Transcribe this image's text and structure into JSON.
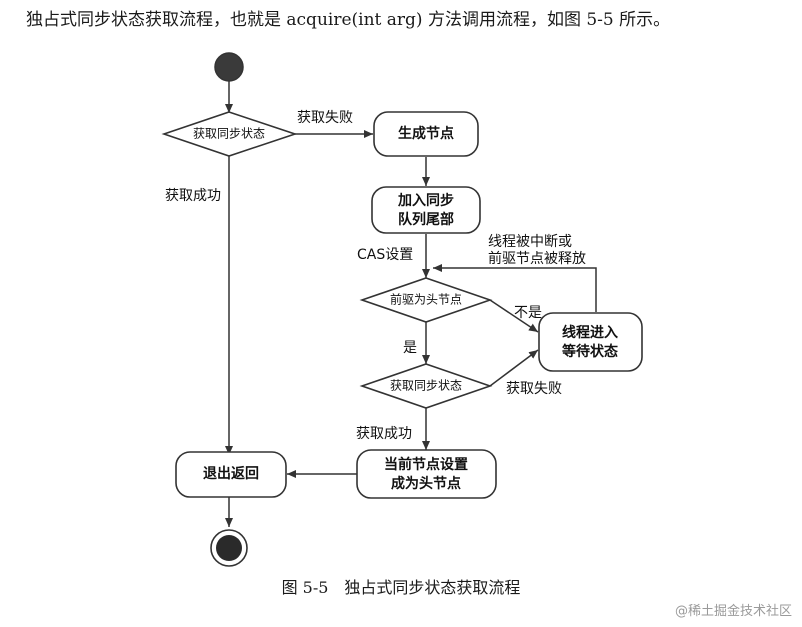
{
  "intro_text": "独占式同步状态获取流程，也就是 acquire(int arg) 方法调用流程，如图 5-5 所示。",
  "nodes": {
    "decision_acquire_top": "获取同步状态",
    "generate_node": "生成节点",
    "add_to_queue_line1": "加入同步",
    "add_to_queue_line2": "队列尾部",
    "decision_prev_is_head": "前驱为头节点",
    "wait_state_line1": "线程进入",
    "wait_state_line2": "等待状态",
    "decision_acquire_inner": "获取同步状态",
    "set_head_line1": "当前节点设置",
    "set_head_line2": "成为头节点",
    "exit_return": "退出返回"
  },
  "edge_labels": {
    "acquire_fail_top": "获取失败",
    "acquire_success_left": "获取成功",
    "cas_set": "CAS设置",
    "interrupt_line1": "线程被中断或",
    "interrupt_line2": "前驱节点被释放",
    "not_yes": "不是",
    "yes": "是",
    "acquire_fail_inner": "获取失败",
    "acquire_success_inner": "获取成功"
  },
  "caption": "图 5-5　独占式同步状态获取流程",
  "watermark": "@稀土掘金技术社区",
  "colors": {
    "stroke": "#333333",
    "start_fill": "#3a3a3a",
    "end_fill": "#2a2a2a"
  }
}
